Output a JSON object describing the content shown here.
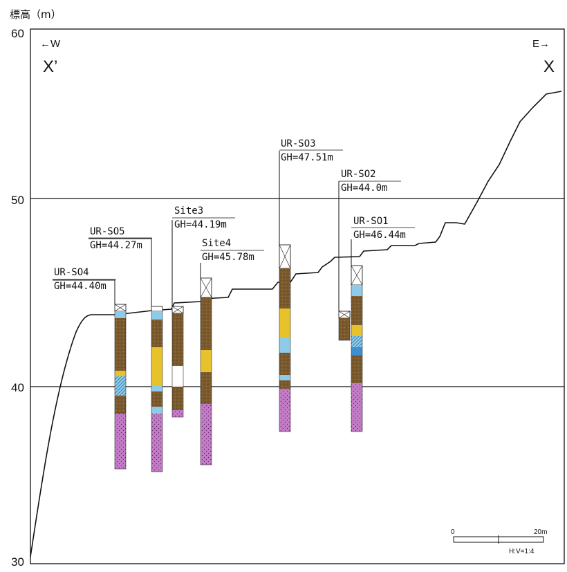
{
  "y_axis": {
    "title": "標高（m）",
    "ticks": [
      "60",
      "50",
      "40",
      "30"
    ]
  },
  "direction": {
    "west_arrow": "←W",
    "east_arrow": "E→",
    "left_point": "X’",
    "right_point": "X"
  },
  "boreholes": [
    {
      "id": "ur-s04",
      "name": "UR-SO4",
      "gh": "GH=44.40m"
    },
    {
      "id": "ur-s05",
      "name": "UR-SO5",
      "gh": "GH=44.27m"
    },
    {
      "id": "site3",
      "name": "Site3",
      "gh": "GH=44.19m"
    },
    {
      "id": "site4",
      "name": "Site4",
      "gh": "GH=45.78m"
    },
    {
      "id": "ur-s03",
      "name": "UR-SO3",
      "gh": "GH=47.51m"
    },
    {
      "id": "ur-s02",
      "name": "UR-SO2",
      "gh": "GH=44.0m"
    },
    {
      "id": "ur-s01",
      "name": "UR-SO1",
      "gh": "GH=46.44m"
    }
  ],
  "scale_bar": {
    "start": "0",
    "end": "20m",
    "ratio": "H:V=1:4"
  },
  "colors": {
    "clay_brown": "#7b5a2e",
    "sand_yellow": "#e8c22a",
    "water_blue": "#8ecbe8",
    "gravel_blue": "#3d8fd0",
    "bedrock_purple": "#c57cc8"
  }
}
